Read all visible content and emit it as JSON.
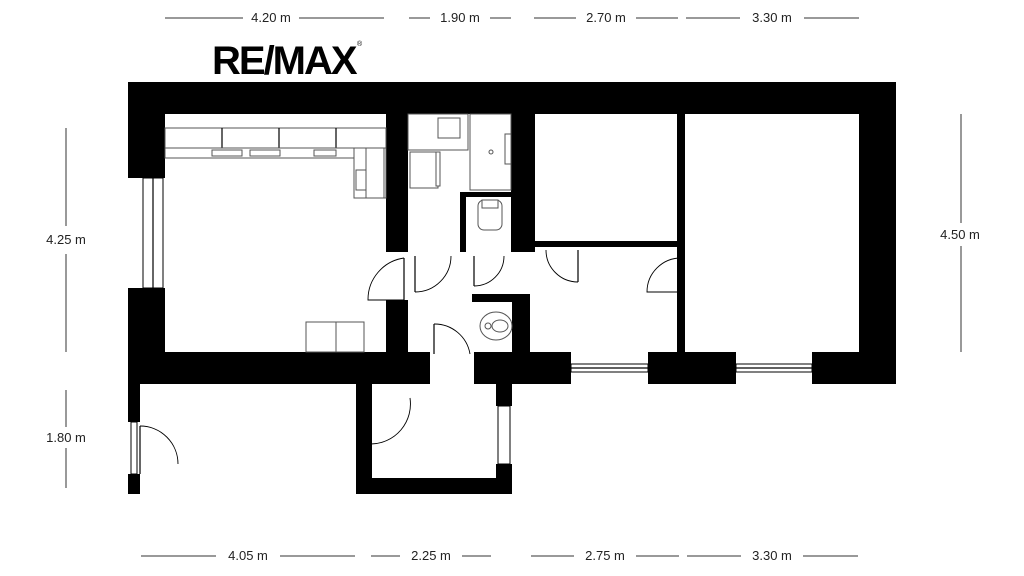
{
  "brand": {
    "logo_text": "RE/MAX",
    "registered_mark": "®"
  },
  "dimensions": {
    "top": [
      "4.20 m",
      "1.90 m",
      "2.70 m",
      "3.30 m"
    ],
    "bottom": [
      "4.05 m",
      "2.25 m",
      "2.75 m",
      "3.30 m"
    ],
    "left": [
      "4.25 m",
      "1.80 m"
    ],
    "right": [
      "4.50 m"
    ]
  },
  "colors": {
    "wall": "#000000",
    "background": "#ffffff",
    "dimension_text": "#222222"
  }
}
